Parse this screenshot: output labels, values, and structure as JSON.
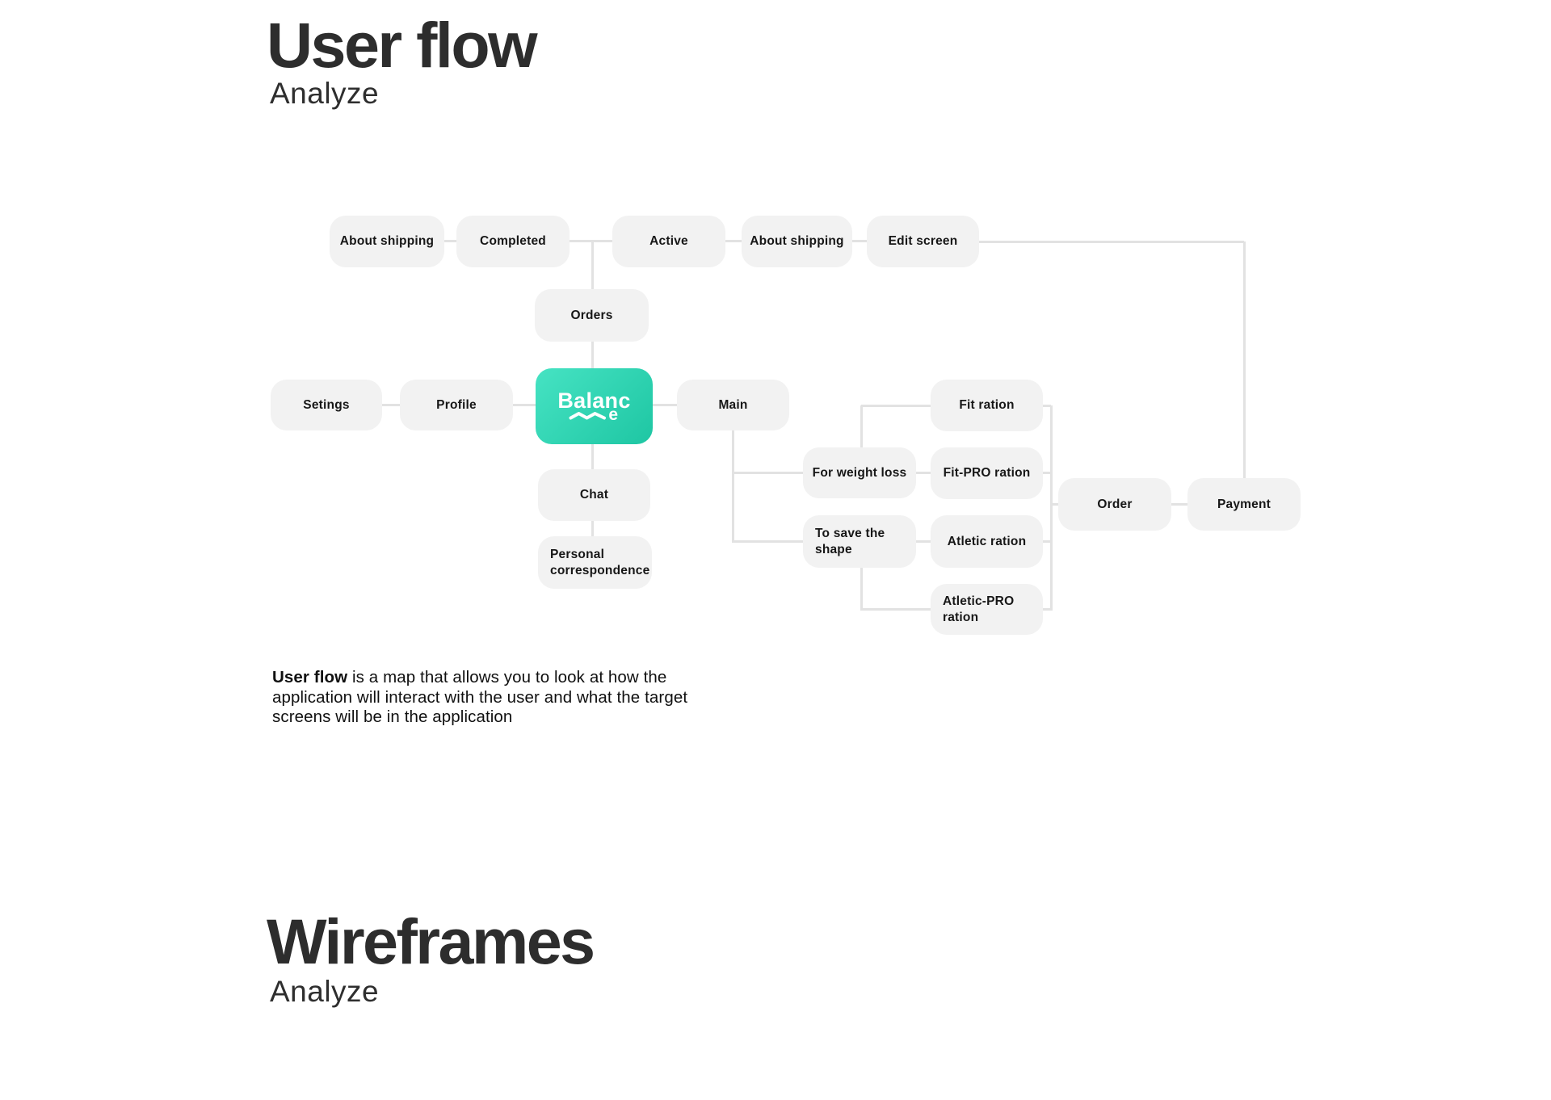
{
  "page": {
    "background": "#ffffff"
  },
  "sections": {
    "user_flow": {
      "title": "User flow",
      "subtitle": "Analyze"
    },
    "wireframes": {
      "title": "Wireframes",
      "subtitle": "Analyze"
    }
  },
  "description": {
    "bold_lead": "User flow",
    "line1_rest": " is a map that allows you to look at how the",
    "line2": "application will interact with the user and what the target",
    "line3": "screens will be in the application"
  },
  "brand": {
    "name_line1": "Balanc",
    "name_line2": "e",
    "wave_icon": "wave-zigzag",
    "gradient_start": "#46e3c3",
    "gradient_end": "#1ec6a3"
  },
  "colors": {
    "node_background": "#f2f2f2",
    "connector": "#e2e2e2",
    "heading_text": "#2d2d2d",
    "node_text": "#171717"
  },
  "flow_nodes": [
    {
      "id": "about-shipping-1",
      "label": "About shipping"
    },
    {
      "id": "completed",
      "label": "Completed"
    },
    {
      "id": "active",
      "label": "Active"
    },
    {
      "id": "about-shipping-2",
      "label": "About shipping"
    },
    {
      "id": "edit-screen",
      "label": "Edit screen"
    },
    {
      "id": "orders",
      "label": "Orders"
    },
    {
      "id": "setings",
      "label": "Setings"
    },
    {
      "id": "profile",
      "label": "Profile"
    },
    {
      "id": "main",
      "label": "Main"
    },
    {
      "id": "chat",
      "label": "Chat"
    },
    {
      "id": "personal-correspondence",
      "label": "Personal correspondence"
    },
    {
      "id": "fit-ration",
      "label": "Fit ration"
    },
    {
      "id": "for-weight-loss",
      "label": "For weight loss"
    },
    {
      "id": "fit-pro-ration",
      "label": "Fit-PRO ration"
    },
    {
      "id": "to-save-the-shape",
      "label": "To save the shape"
    },
    {
      "id": "atletic-ration",
      "label": "Atletic ration"
    },
    {
      "id": "atletic-pro-ration",
      "label": "Atletic-PRO ration"
    },
    {
      "id": "order",
      "label": "Order"
    },
    {
      "id": "payment",
      "label": "Payment"
    }
  ]
}
